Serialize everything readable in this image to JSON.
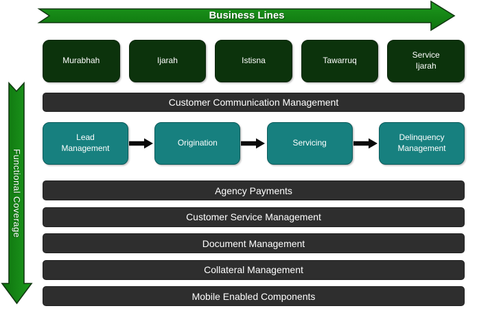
{
  "top_arrow": {
    "label": "Business Lines"
  },
  "left_arrow": {
    "label": "Functional Coverage"
  },
  "business_lines": [
    "Murabhah",
    "Ijarah",
    "Istisna",
    "Tawarruq",
    "Service\nIjarah"
  ],
  "lifecycle_stages": [
    "Lead\nManagement",
    "Origination",
    "Servicing",
    "Delinquency\nManagement"
  ],
  "top_bar": "Customer Communication Management",
  "bottom_bars": [
    "Agency Payments",
    "Customer Service Management",
    "Document Management",
    "Collateral Management",
    "Mobile Enabled Components"
  ],
  "colors": {
    "arrow-green": "#1d9a1d",
    "arrow-green-dark": "#0e720e",
    "arrow-outline": "#123912",
    "box-dark-green": "#0c330c",
    "box-dark-green-border": "#0a240a",
    "stage-teal": "#17807f",
    "stage-teal-border": "#0c5b5b",
    "bar-charcoal": "#2e2e2e",
    "flow-arrow-black": "#0a0a0a",
    "label-white": "#ffffff"
  }
}
